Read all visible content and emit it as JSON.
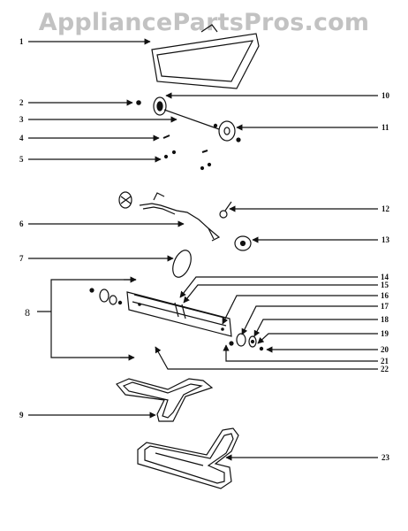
{
  "watermark": "AppliancePartsPros.com",
  "parts": {
    "left": [
      "1",
      "2",
      "3",
      "4",
      "5",
      "6",
      "7",
      "8",
      "9"
    ],
    "right": [
      "10",
      "11",
      "12",
      "13",
      "14",
      "15",
      "16",
      "17",
      "18",
      "19",
      "20",
      "21",
      "22",
      "23"
    ]
  },
  "colors": {
    "line": "#111111",
    "watermark": "#8a8a8a"
  }
}
